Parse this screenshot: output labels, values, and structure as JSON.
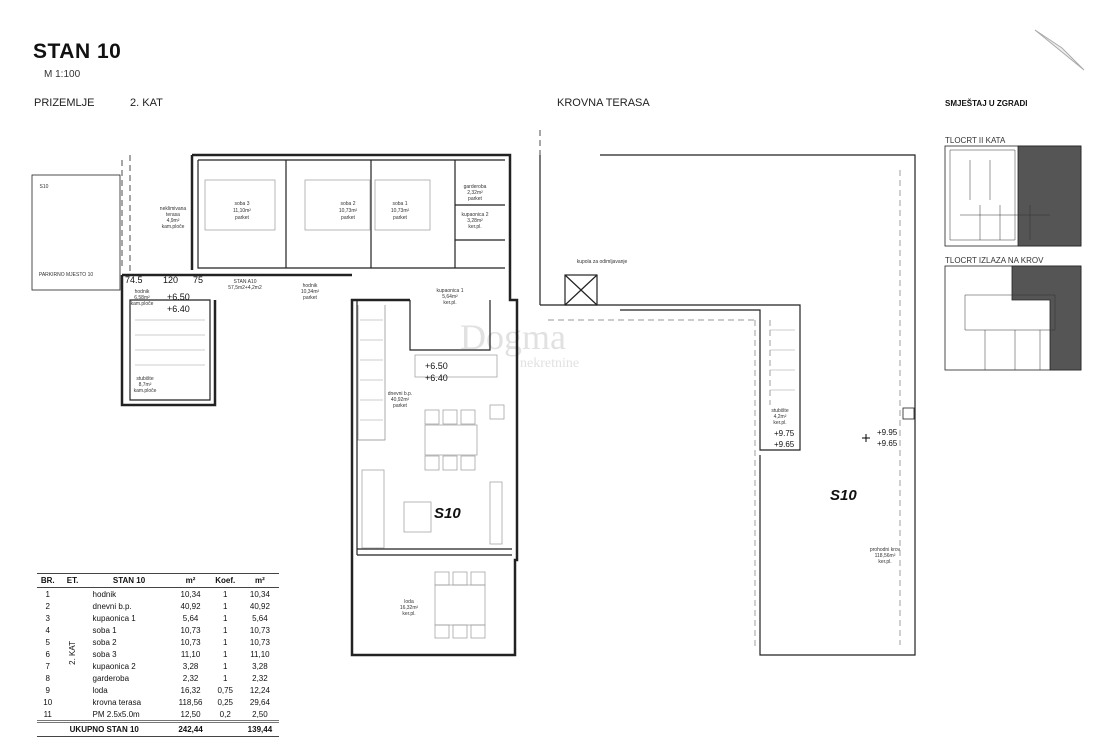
{
  "header": {
    "title": "STAN 10",
    "scale": "M 1:100",
    "sections": [
      "PRIZEMLJE",
      "2. KAT",
      "KROVNA TERASA",
      "SMJEŠTAJ U ZGRADI"
    ]
  },
  "keyplan": {
    "floor_label": "TLOCRT II KATA",
    "roof_label": "TLOCRT IZLAZA NA KROV",
    "highlight_color": "#555555"
  },
  "ground": {
    "parking_tag": "S10",
    "parking_label": "PARKIRNO MJESTO 10"
  },
  "plan": {
    "unit_tag": "S10",
    "rooms": {
      "soba3": [
        "soba 3",
        "11,10m²",
        "parket"
      ],
      "soba2": [
        "soba 2",
        "10,73m²",
        "parket"
      ],
      "soba1": [
        "soba 1",
        "10,73m²",
        "parket"
      ],
      "garderoba": [
        "garderoba",
        "2,32m²",
        "parket"
      ],
      "kupaonica2": [
        "kupaonica 2",
        "3,28m²",
        "ker.pl."
      ],
      "terasa": [
        "neklimivana",
        "terasa",
        "4,9m²",
        "kam.ploče"
      ],
      "hodnik": [
        "hodnik",
        "10,34m²",
        "parket"
      ],
      "hodnik_stub": [
        "hodnik",
        "6,58m²",
        "kam.ploče"
      ],
      "stan": [
        "STAN A10",
        "57,5m2+4,2m2"
      ],
      "kupaonica1": [
        "kupaonica 1",
        "5,64m²",
        "ker.pl."
      ],
      "stubiste": [
        "stubište",
        "8,7m²",
        "kam.ploče"
      ],
      "dnevni": [
        "dnevni b.p.",
        "40,92m²",
        "parket"
      ],
      "loda": [
        "loda",
        "16,32m²",
        "ker.pl."
      ]
    },
    "dims": [
      "74.5",
      "120",
      "75"
    ],
    "levels": [
      "+6.50",
      "+6.40",
      "+6.50",
      "+6.40"
    ]
  },
  "roof": {
    "unit_tag": "S10",
    "chimney_label": "kupola za odimljavanje",
    "stair": [
      "stubište",
      "4,2m²",
      "ker.pl."
    ],
    "stair_levels": [
      "+9.75",
      "+9.65"
    ],
    "levels": [
      "+9.95",
      "+9.65"
    ],
    "roof_room": [
      "prohodni krov",
      "118,56m²",
      "ker.pl."
    ]
  },
  "watermark": {
    "main": "Dogma",
    "sub": "nekretnine"
  },
  "table": {
    "headers": [
      "BR.",
      "ET.",
      "STAN 10",
      "m²",
      "Koef.",
      "m²"
    ],
    "floor": "2. KAT",
    "rows": [
      [
        "1",
        "hodnik",
        "10,34",
        "1",
        "10,34"
      ],
      [
        "2",
        "dnevni b.p.",
        "40,92",
        "1",
        "40,92"
      ],
      [
        "3",
        "kupaonica 1",
        "5,64",
        "1",
        "5,64"
      ],
      [
        "4",
        "soba 1",
        "10,73",
        "1",
        "10,73"
      ],
      [
        "5",
        "soba 2",
        "10,73",
        "1",
        "10,73"
      ],
      [
        "6",
        "soba 3",
        "11,10",
        "1",
        "11,10"
      ],
      [
        "7",
        "kupaonica 2",
        "3,28",
        "1",
        "3,28"
      ],
      [
        "8",
        "garderoba",
        "2,32",
        "1",
        "2,32"
      ],
      [
        "9",
        "loda",
        "16,32",
        "0,75",
        "12,24"
      ],
      [
        "10",
        "krovna terasa",
        "118,56",
        "0,25",
        "29,64"
      ],
      [
        "11",
        "PM 2.5x5.0m",
        "12,50",
        "0,2",
        "2,50"
      ]
    ],
    "total": [
      "UKUPNO STAN 10",
      "242,44",
      "139,44"
    ]
  }
}
